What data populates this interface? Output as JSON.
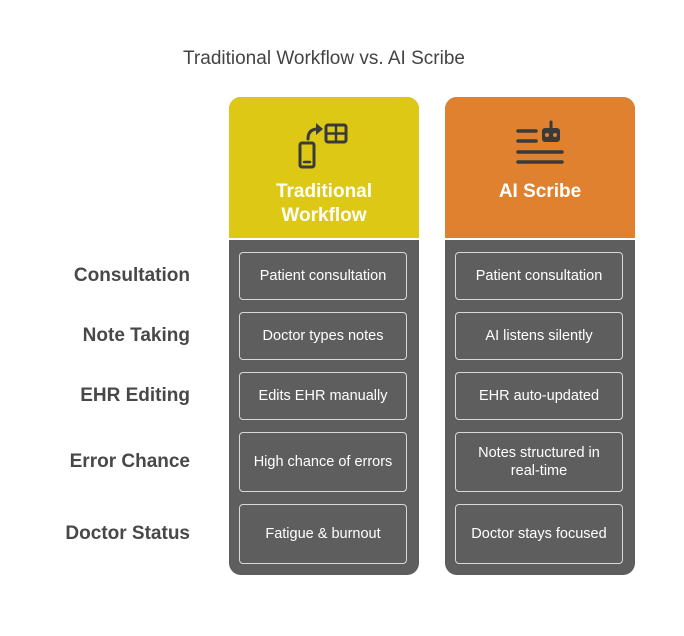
{
  "title": "Traditional Workflow vs. AI Scribe",
  "row_labels": [
    "Consultation",
    "Note Taking",
    "EHR Editing",
    "Error Chance",
    "Doctor Status"
  ],
  "columns": [
    {
      "title_line1": "Traditional",
      "title_line2": "Workflow",
      "icon": "phone-to-table-icon",
      "color": "#ddc915",
      "cells": [
        "Patient consultation",
        "Doctor types notes",
        "Edits EHR manually",
        "High chance of errors",
        "Fatigue & burnout"
      ]
    },
    {
      "title_line1": "AI Scribe",
      "icon": "robot-notes-icon",
      "color": "#df812f",
      "cells": [
        "Patient consultation",
        "AI listens silently",
        "EHR auto-updated",
        "Notes structured in real-time",
        "Doctor stays focused"
      ]
    }
  ],
  "colors": {
    "cell_background": "#5e5e5e",
    "cell_border": "#d8d8d8",
    "label_text": "#484848"
  }
}
